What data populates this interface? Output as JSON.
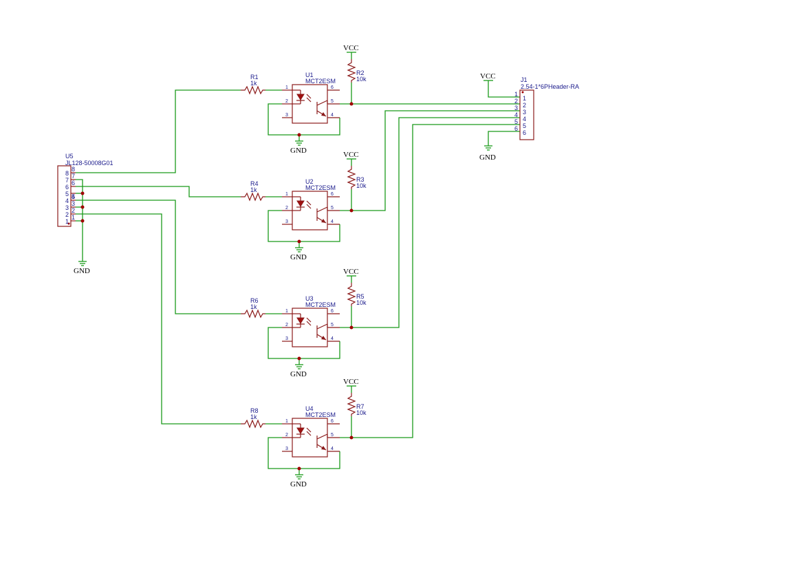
{
  "power": {
    "vcc": "VCC",
    "gnd": "GND"
  },
  "colors": {
    "wire": "#1a9a1a",
    "component": "#8b1a1a",
    "label": "#1a1a8b",
    "junction": "#a00000"
  },
  "optocouplers": [
    {
      "ref": "U1",
      "value": "MCT2ESM",
      "pins": [
        "1",
        "2",
        "3",
        "4",
        "5",
        "6"
      ],
      "input_resistor": {
        "ref": "R1",
        "value": "1k"
      },
      "pullup_resistor": {
        "ref": "R2",
        "value": "10k"
      }
    },
    {
      "ref": "U2",
      "value": "MCT2ESM",
      "pins": [
        "1",
        "2",
        "3",
        "4",
        "5",
        "6"
      ],
      "input_resistor": {
        "ref": "R4",
        "value": "1k"
      },
      "pullup_resistor": {
        "ref": "R3",
        "value": "10k"
      }
    },
    {
      "ref": "U3",
      "value": "MCT2ESM",
      "pins": [
        "1",
        "2",
        "3",
        "4",
        "5",
        "6"
      ],
      "input_resistor": {
        "ref": "R6",
        "value": "1k"
      },
      "pullup_resistor": {
        "ref": "R5",
        "value": "10k"
      }
    },
    {
      "ref": "U4",
      "value": "MCT2ESM",
      "pins": [
        "1",
        "2",
        "3",
        "4",
        "5",
        "6"
      ],
      "input_resistor": {
        "ref": "R8",
        "value": "1k"
      },
      "pullup_resistor": {
        "ref": "R7",
        "value": "10k"
      }
    }
  ],
  "input_connector": {
    "ref": "U5",
    "value": "JL128-50008G01",
    "pins": [
      "8",
      "7",
      "6",
      "5",
      "4",
      "3",
      "2",
      "1"
    ]
  },
  "output_connector": {
    "ref": "J1",
    "value": "2.54-1*6PHeader-RA",
    "pins": [
      "1",
      "2",
      "3",
      "4",
      "5",
      "6"
    ]
  }
}
